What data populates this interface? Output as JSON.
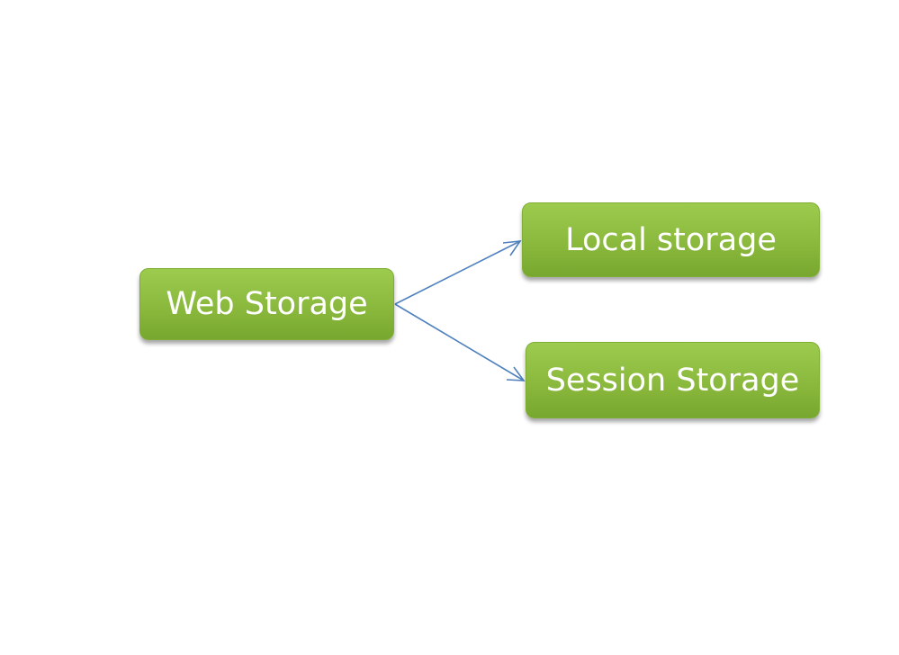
{
  "diagram": {
    "nodes": {
      "root": {
        "label": "Web Storage"
      },
      "local": {
        "label": "Local storage"
      },
      "session": {
        "label": "Session Storage"
      }
    },
    "edges": [
      {
        "from": "root",
        "to": "local"
      },
      {
        "from": "root",
        "to": "session"
      }
    ],
    "colors": {
      "node_fill": "#8ab93d",
      "node_text": "#ffffff",
      "connector": "#4f81bd"
    }
  }
}
